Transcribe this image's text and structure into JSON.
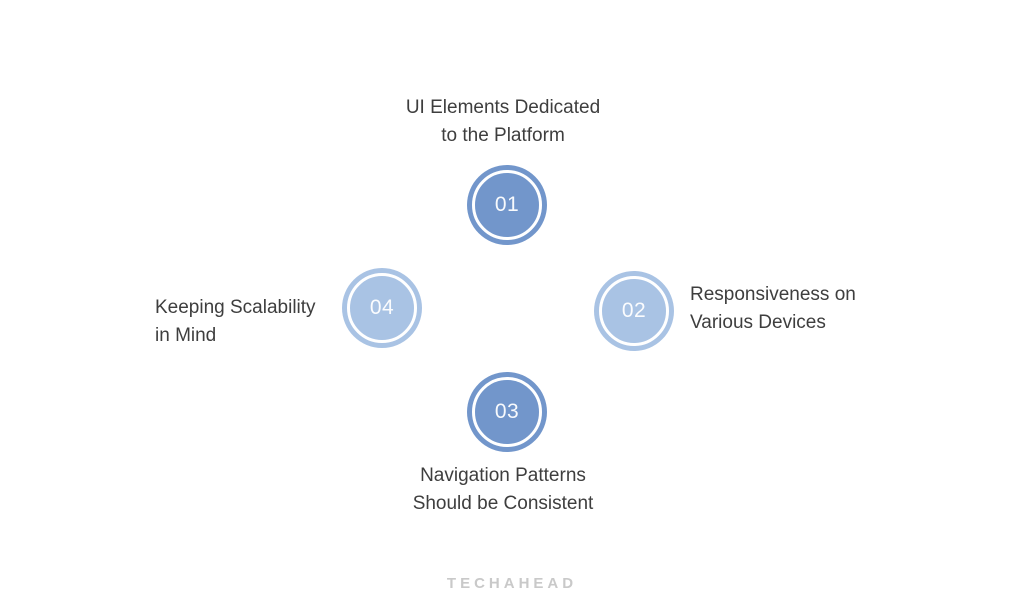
{
  "colors": {
    "step_dark_blue": "#7296CB",
    "step_light_blue": "#A9C3E4",
    "ring_white": "#FFFFFF",
    "label_text": "#3E3E3E",
    "logo_gray": "#C9C9C9"
  },
  "steps": [
    {
      "number": "01",
      "position": "top",
      "color": "#7296CB",
      "lines": [
        "UI Elements Dedicated",
        "to the Platform"
      ]
    },
    {
      "number": "02",
      "position": "right",
      "color": "#A9C3E4",
      "lines": [
        "Responsiveness on",
        "Various Devices"
      ]
    },
    {
      "number": "03",
      "position": "bottom",
      "color": "#7296CB",
      "lines": [
        "Navigation Patterns",
        "Should be Consistent"
      ]
    },
    {
      "number": "04",
      "position": "left",
      "color": "#A9C3E4",
      "lines": [
        "Keeping Scalability",
        "in Mind"
      ]
    }
  ],
  "footer": {
    "logo_text": "TECHAHEAD"
  }
}
